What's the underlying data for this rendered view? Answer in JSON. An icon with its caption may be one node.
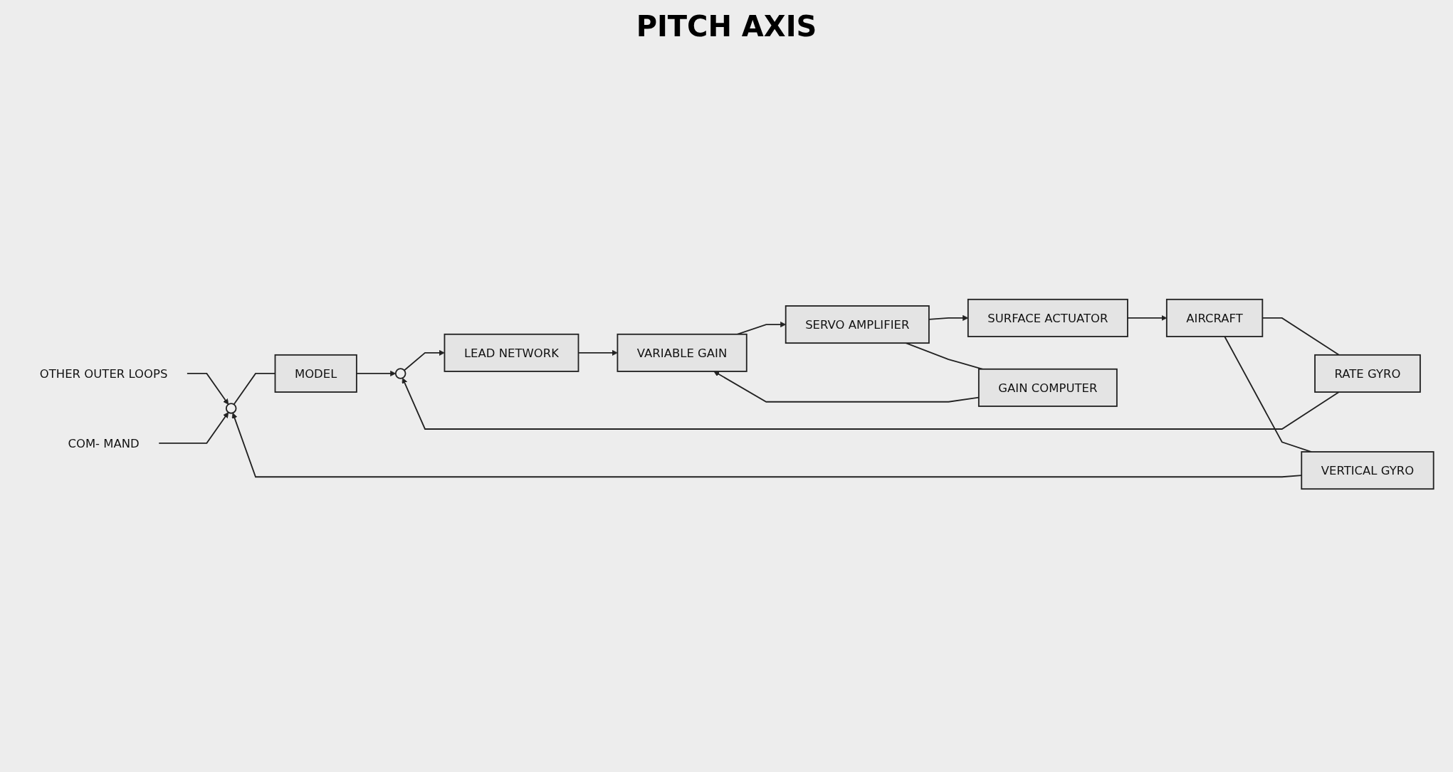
{
  "diagram": {
    "title": "PITCH AXIS",
    "nodes": [
      {
        "text": [
          "OTHER OUTER LOOPS"
        ]
      },
      {
        "text": [
          "COM- MAND"
        ]
      },
      {
        "text": [],
        "shape": "circle"
      },
      {
        "text": [
          "MODEL"
        ]
      },
      {
        "text": [],
        "shape": "circle"
      },
      {
        "text": [
          "LEAD NETWORK"
        ]
      },
      {
        "text": [
          "VARIABLE GAIN"
        ]
      },
      {
        "text": [
          "SERVO AMPLIFIER"
        ]
      },
      {
        "text": [
          "SURFACE ACTUATOR"
        ]
      },
      {
        "text": [
          "AIRCRAFT"
        ]
      },
      {
        "text": [
          "GAIN COMPUTER"
        ]
      },
      {
        "text": [
          "RATE GYRO"
        ]
      },
      {
        "text": [
          "VERTICAL GYRO"
        ]
      }
    ],
    "edges": [
      {
        "from": 0,
        "to": 2,
        "arrow": "to"
      },
      {
        "from": 1,
        "to": 2,
        "arrow": "to"
      },
      {
        "from": 2,
        "to": 3,
        "arrow": "none"
      },
      {
        "from": 3,
        "to": 4,
        "arrow": "to"
      },
      {
        "from": 4,
        "to": 5,
        "arrow": "to"
      },
      {
        "from": 5,
        "to": 6,
        "arrow": "to"
      },
      {
        "from": 6,
        "to": 7,
        "arrow": "to"
      },
      {
        "from": 7,
        "to": 8,
        "arrow": "to"
      },
      {
        "from": 7,
        "to": 10,
        "arrow": "none"
      },
      {
        "from": 10,
        "to": 6,
        "arrow": "to"
      },
      {
        "from": 8,
        "to": 9,
        "arrow": "to"
      },
      {
        "from": 9,
        "to": 11,
        "arrow": "none"
      },
      {
        "from": 11,
        "to": 4,
        "arrow": "to"
      },
      {
        "from": 9,
        "to": 12,
        "arrow": "none"
      },
      {
        "from": 12,
        "to": 2,
        "arrow": "to"
      }
    ]
  }
}
